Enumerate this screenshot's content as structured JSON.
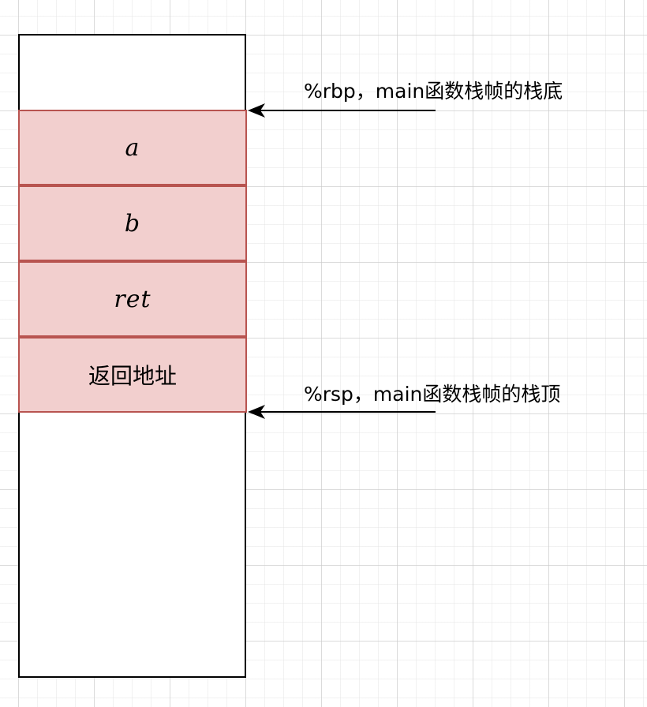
{
  "stack_cells": [
    {
      "label": "a"
    },
    {
      "label": "b"
    },
    {
      "label": "ret"
    },
    {
      "label": "返回地址"
    }
  ],
  "pointers": {
    "rbp": {
      "label": "%rbp，main函数栈帧的栈底"
    },
    "rsp": {
      "label": "%rsp，main函数栈帧的栈顶"
    }
  },
  "colors": {
    "cell_fill": "#f2cfce",
    "cell_border": "#b85450",
    "frame_border": "#000000"
  }
}
